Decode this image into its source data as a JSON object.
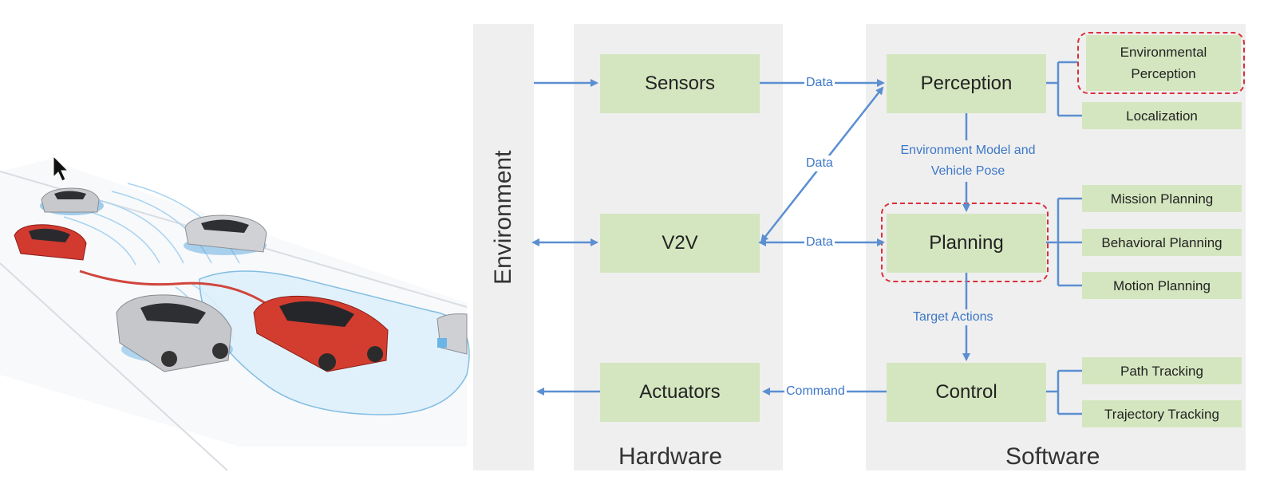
{
  "columns": {
    "environment": "Environment",
    "hardware": "Hardware",
    "software": "Software"
  },
  "hardware": {
    "sensors": "Sensors",
    "v2v": "V2V",
    "actuators": "Actuators"
  },
  "software": {
    "perception": "Perception",
    "planning": "Planning",
    "control": "Control"
  },
  "subsystems": {
    "environmental_perception": "Environmental Perception",
    "localization": "Localization",
    "mission_planning": "Mission Planning",
    "behavioral_planning": "Behavioral Planning",
    "motion_planning": "Motion Planning",
    "path_tracking": "Path Tracking",
    "trajectory_tracking": "Trajectory Tracking"
  },
  "flows": {
    "data_sensors": "Data",
    "data_v2v_perception": "Data",
    "data_v2v_planning": "Data",
    "environment_model": "Environment Model and Vehicle Pose",
    "target_actions": "Target Actions",
    "command": "Command"
  },
  "colors": {
    "block_fill": "#d4e6bf",
    "column_fill": "#efefef",
    "arrow": "#5b8fd1",
    "highlight": "#d9303a"
  }
}
